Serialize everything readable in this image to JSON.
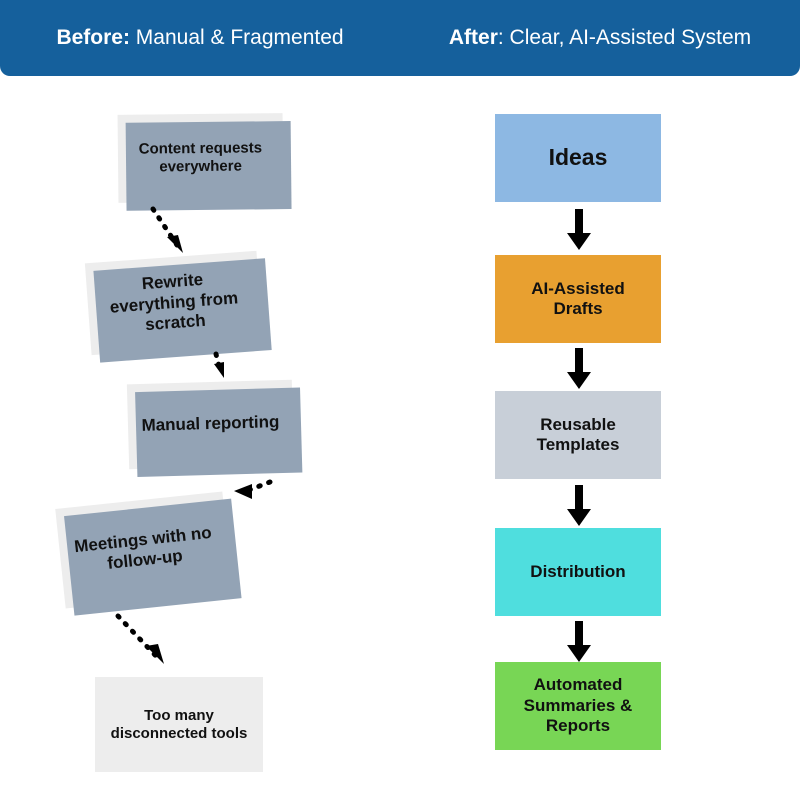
{
  "header": {
    "left": {
      "lead": "Before:",
      "rest": " Manual & Fragmented"
    },
    "right": {
      "lead": "After",
      "rest": ": Clear, AI-Assisted System"
    }
  },
  "colors": {
    "banner_blue": "#15609C",
    "card_gray": "#EDEDED",
    "shadow_blue_gray": "#93A3B5",
    "ideas_blue": "#8DB8E3",
    "drafts_orange": "#E8A030",
    "templates_gray": "#C8CFD8",
    "distribution_cyan": "#4FDEDE",
    "reports_green": "#78D655",
    "arrow_black": "#000000",
    "text_dark": "#111111",
    "page_background": "#FFFFFF"
  },
  "before_column": {
    "title": "Before: Manual & Fragmented",
    "nodes": [
      {
        "label": "Content requests everywhere"
      },
      {
        "label": "Rewrite everything from scratch"
      },
      {
        "label": "Manual reporting"
      },
      {
        "label": "Meetings with no follow-up"
      },
      {
        "label": "Too many disconnected tools"
      }
    ],
    "connectors": [
      {
        "style": "dotted-arrow",
        "from": "Content requests everywhere",
        "to": "Rewrite everything from scratch"
      },
      {
        "style": "dotted-arrow",
        "from": "Rewrite everything from scratch",
        "to": "Manual reporting"
      },
      {
        "style": "dotted-arrow",
        "from": "Manual reporting",
        "to": "Meetings with no follow-up"
      },
      {
        "style": "dotted-arrow",
        "from": "Meetings with no follow-up",
        "to": "Too many disconnected tools"
      }
    ]
  },
  "after_column": {
    "title": "After: Clear, AI-Assisted System",
    "nodes": [
      {
        "label": "Ideas",
        "color": "#8DB8E3"
      },
      {
        "label": "AI-Assisted Drafts",
        "color": "#E8A030"
      },
      {
        "label": "Reusable Templates",
        "color": "#C8CFD8"
      },
      {
        "label": "Distribution",
        "color": "#4FDEDE"
      },
      {
        "label": "Automated Summaries & Reports",
        "color": "#78D655"
      }
    ],
    "connectors": [
      {
        "style": "solid-arrow",
        "from": "Ideas",
        "to": "AI-Assisted Drafts"
      },
      {
        "style": "solid-arrow",
        "from": "AI-Assisted Drafts",
        "to": "Reusable Templates"
      },
      {
        "style": "solid-arrow",
        "from": "Reusable Templates",
        "to": "Distribution"
      },
      {
        "style": "solid-arrow",
        "from": "Distribution",
        "to": "Automated Summaries & Reports"
      }
    ]
  }
}
